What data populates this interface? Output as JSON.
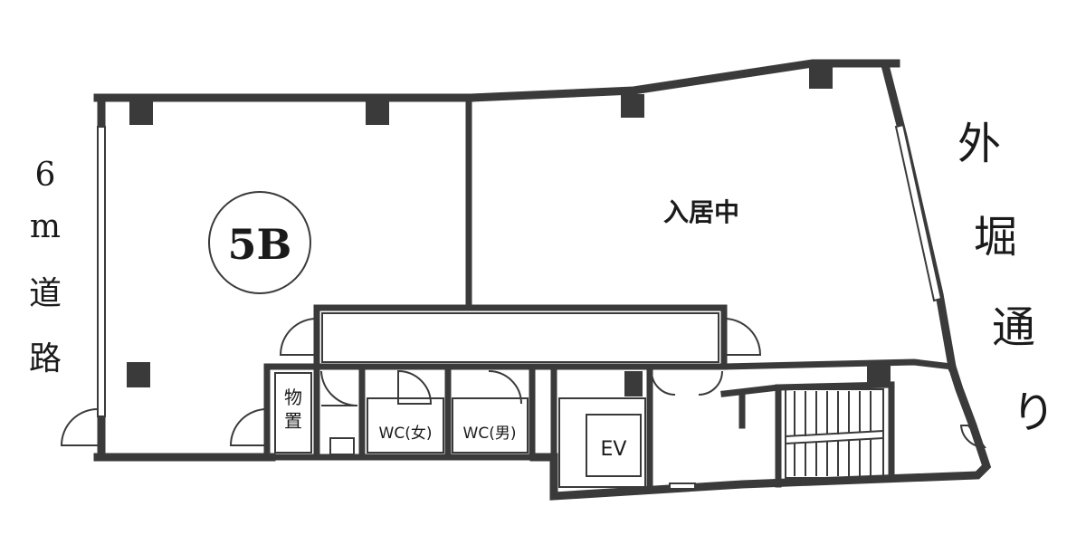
{
  "rooms": {
    "unit_5b": "5B",
    "occupied": "入居中",
    "storage": [
      "物",
      "置"
    ],
    "wc_female": "WC(女)",
    "wc_male": "WC(男)",
    "elevator": "EV"
  },
  "roads": {
    "left_road": [
      "6",
      "m",
      "道",
      "路"
    ],
    "right_road": [
      "外",
      "堀",
      "通",
      "り"
    ]
  }
}
